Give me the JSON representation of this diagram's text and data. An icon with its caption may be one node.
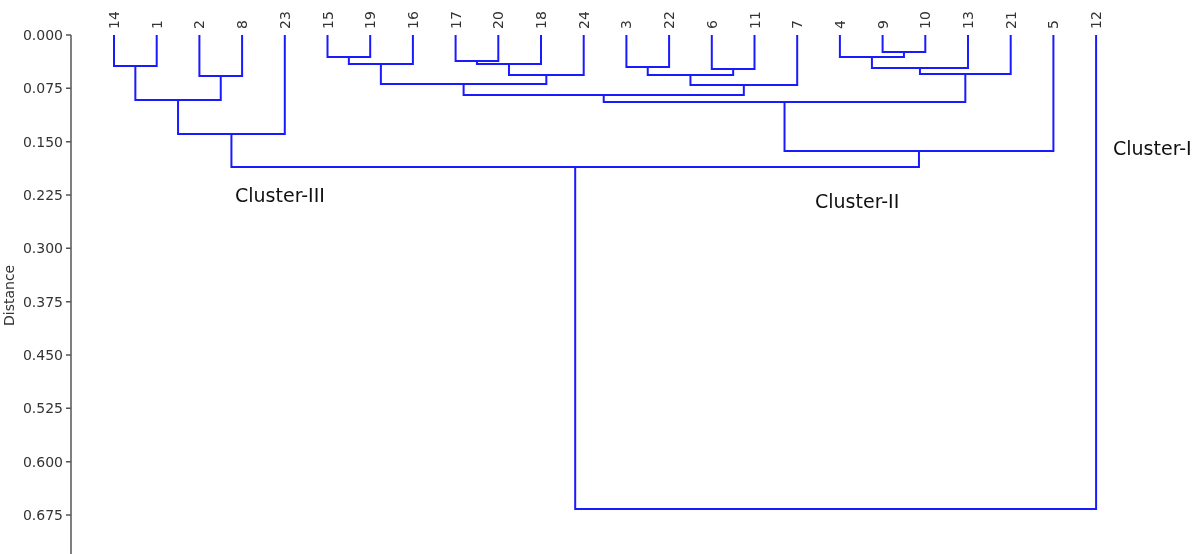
{
  "diagram": {
    "labels": [
      "14",
      "1",
      "2",
      "8",
      "23",
      "15",
      "19",
      "16",
      "17",
      "20",
      "18",
      "24",
      "3",
      "22",
      "6",
      "11",
      "7",
      "4",
      "9",
      "10",
      "13",
      "21",
      "5",
      "12",
      "0.000",
      "0.075",
      "0.150",
      "0.225",
      "0.300",
      "0.375",
      "0.450",
      "0.525",
      "0.600",
      "0.675",
      "Distance",
      "Cluster-III",
      "Cluster-II",
      "Cluster-I"
    ]
  }
}
